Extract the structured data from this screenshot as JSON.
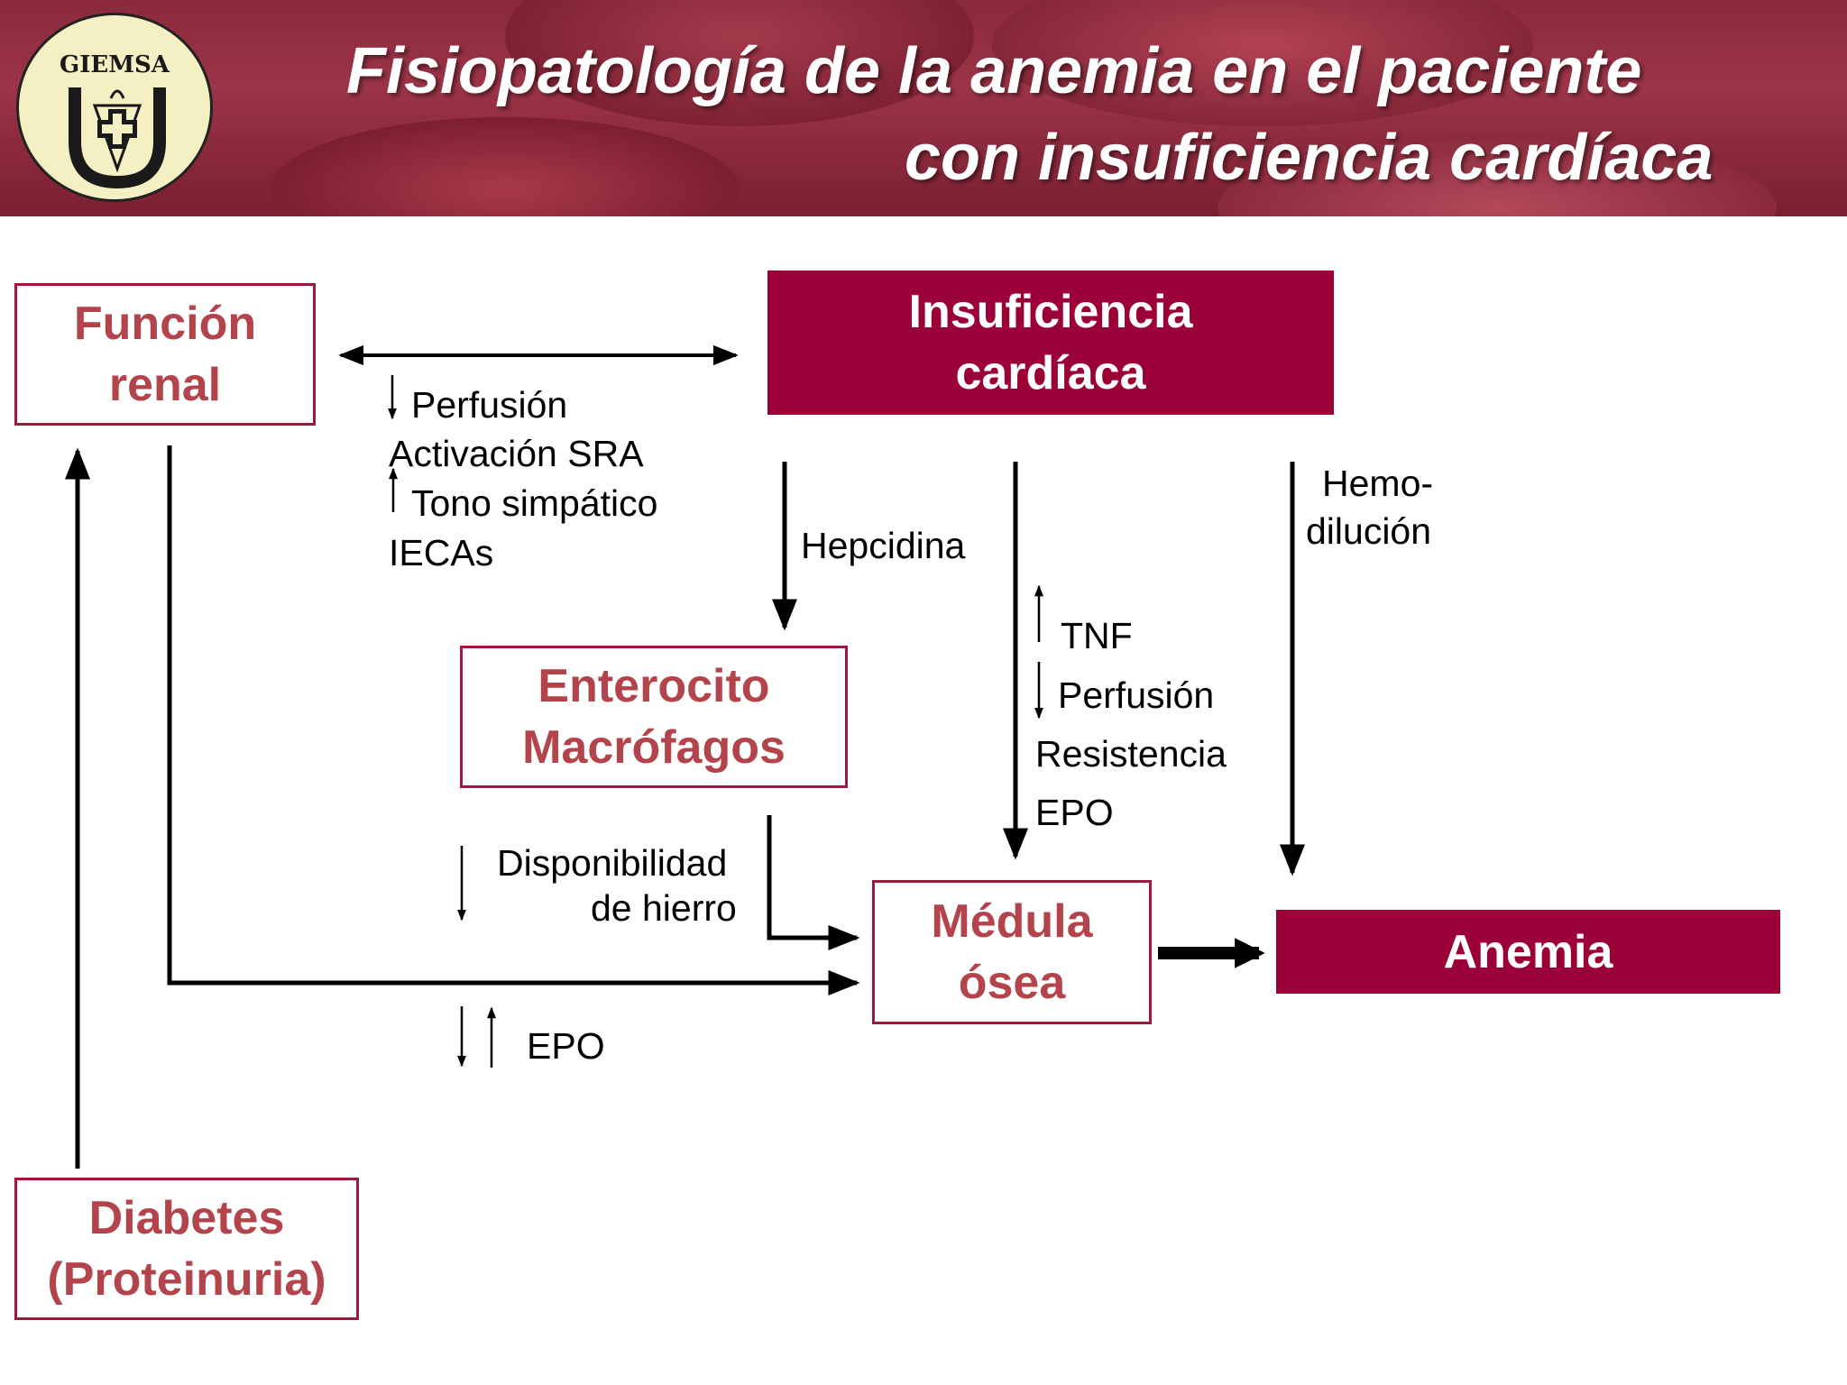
{
  "header": {
    "logo_text": "GIEMSA",
    "title_line1": "Fisiopatología de la anemia en el paciente",
    "title_line2": "con insuficiencia cardíaca"
  },
  "nodes": {
    "funcion_renal": [
      "Función",
      "renal"
    ],
    "insuficiencia_cardiaca": [
      "Insuficiencia",
      "cardíaca"
    ],
    "enterocito": [
      "Enterocito",
      "Macrófagos"
    ],
    "medula": [
      "Médula",
      "ósea"
    ],
    "anemia": "Anemia",
    "diabetes": [
      "Diabetes",
      "(Proteinuria)"
    ]
  },
  "labels": {
    "renal_cardiac": [
      "Perfusión",
      "Activación SRA",
      "Tono simpático",
      "IECAs"
    ],
    "hepcidina": "Hepcidina",
    "medula_factors": [
      "TNF",
      "Perfusión",
      "Resistencia",
      "EPO"
    ],
    "hemodilucion": [
      "Hemo-",
      "dilución"
    ],
    "hierro": [
      "Disponibilidad",
      "de hierro"
    ],
    "epo": "EPO"
  },
  "colors": {
    "accent": "#9b0038",
    "outline": "#9b1b3e",
    "outline_text": "#b3444c",
    "header": "#8a2a3c"
  }
}
